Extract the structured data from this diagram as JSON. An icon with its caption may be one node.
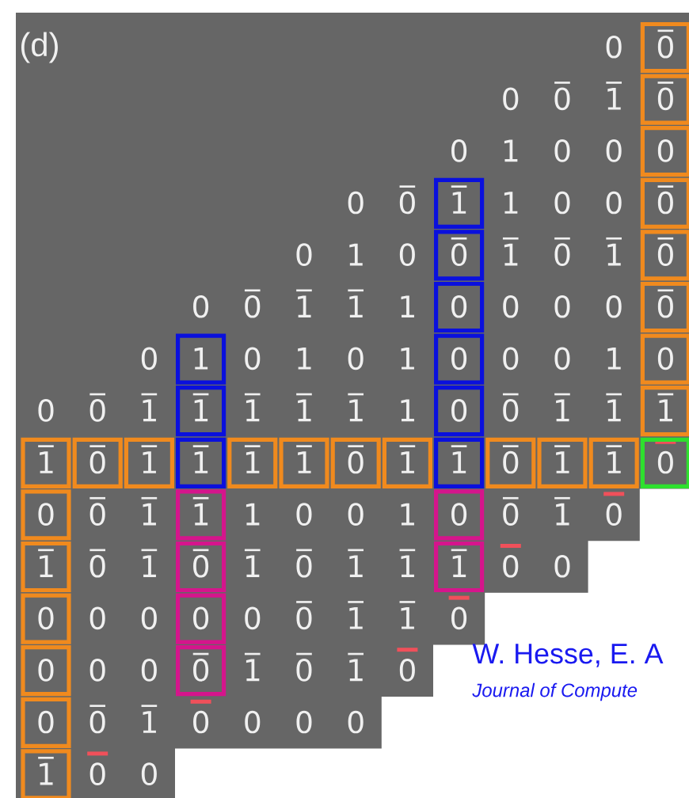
{
  "diagram": {
    "nodes": [
      {
        "text": [
          "0̅"
        ]
      },
      {
        "text": [
          "0̅"
        ]
      },
      {
        "text": [
          "0"
        ]
      },
      {
        "text": [
          "1̅"
        ]
      },
      {
        "text": [
          "0̅"
        ]
      },
      {
        "text": [
          "0̅"
        ]
      },
      {
        "text": [
          "0̅"
        ]
      },
      {
        "text": [
          "0"
        ]
      },
      {
        "text": [
          "0̅"
        ]
      },
      {
        "text": [
          "1"
        ]
      },
      {
        "text": [
          "0"
        ]
      },
      {
        "text": [
          "0"
        ]
      },
      {
        "text": [
          "1̅"
        ]
      },
      {
        "text": [
          "0"
        ]
      },
      {
        "text": [
          "1̅"
        ]
      },
      {
        "text": [
          "1̅"
        ]
      },
      {
        "text": [
          "0̅"
        ]
      },
      {
        "text": [
          "1̅"
        ]
      },
      {
        "text": [
          "1̅"
        ]
      },
      {
        "text": [
          "1̅"
        ]
      },
      {
        "text": [
          "1̅"
        ]
      },
      {
        "text": [
          "0̅"
        ]
      },
      {
        "text": [
          "1̅"
        ]
      },
      {
        "text": [
          "1̅"
        ]
      },
      {
        "text": [
          "0̅"
        ]
      },
      {
        "text": [
          "1̅"
        ]
      },
      {
        "text": [
          "1̅"
        ]
      },
      {
        "text": [
          "0"
        ]
      },
      {
        "text": [
          "0"
        ]
      },
      {
        "text": [
          "1̅"
        ]
      },
      {
        "text": [
          "0"
        ]
      },
      {
        "text": [
          "1̅"
        ]
      },
      {
        "text": [
          "0̅"
        ]
      },
      {
        "text": [
          "1̅"
        ]
      },
      {
        "text": [
          "0"
        ]
      },
      {
        "text": [
          "0"
        ]
      },
      {
        "text": [
          "0"
        ]
      },
      {
        "text": [
          "0̅"
        ]
      },
      {
        "text": [
          "0"
        ]
      },
      {
        "text": [
          "1̅"
        ]
      }
    ],
    "labels": [
      "(d)",
      "0",
      "0",
      "0̅",
      "1̅",
      "0",
      "1",
      "0",
      "0",
      "0",
      "0̅",
      "1",
      "0",
      "0",
      "0",
      "1",
      "0",
      "1̅",
      "0̅",
      "1̅",
      "0",
      "0̅",
      "1̅",
      "1̅",
      "1",
      "0",
      "0",
      "0",
      "0",
      "0",
      "1",
      "0",
      "1",
      "0",
      "0",
      "1",
      "0",
      "0̅",
      "1̅",
      "1̅",
      "1̅",
      "1̅",
      "1",
      "0̅",
      "1̅",
      "1̅",
      "0̅",
      "1̅",
      "1",
      "0",
      "0",
      "1",
      "0̅",
      "1̅",
      "0",
      "0̅",
      "1̅",
      "1̅",
      "0̅",
      "1̅",
      "1̅",
      "0",
      "0",
      "0",
      "0",
      "0",
      "0̅",
      "1̅",
      "1̅",
      "0",
      "0",
      "0",
      "1̅",
      "0̅",
      "1̅",
      "0",
      "0̅",
      "1̅",
      "0",
      "0",
      "0",
      "0",
      "0",
      "0",
      "W. Hesse, E. A",
      "Journal of Compute"
    ]
  }
}
